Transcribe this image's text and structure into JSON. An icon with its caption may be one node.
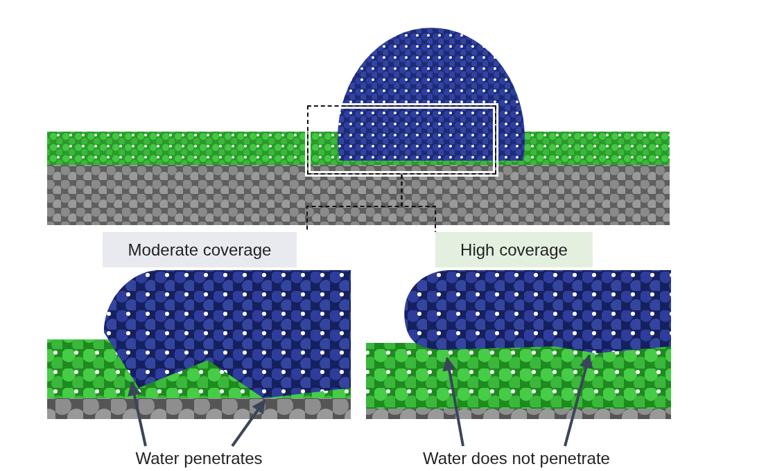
{
  "diagram": {
    "nodes": [
      {
        "text": [],
        "shape": "picture"
      },
      {
        "text": [],
        "shape": "box",
        "in": 0
      },
      {
        "text": [
          "Moderate coverage"
        ]
      },
      {
        "text": [
          "High coverage"
        ]
      },
      {
        "text": [
          "Water penetrates"
        ]
      },
      {
        "text": [
          "Water does not penetrate"
        ]
      }
    ],
    "edges": [
      {
        "from": 1,
        "to": 2,
        "arrow": "none",
        "style": "dashed"
      },
      {
        "from": 1,
        "to": 3,
        "arrow": "none",
        "style": "dashed"
      },
      {
        "from": 4,
        "to": 2,
        "arrow": "to"
      },
      {
        "from": 4,
        "to": 2,
        "arrow": "to"
      },
      {
        "from": 5,
        "to": 3,
        "arrow": "to"
      },
      {
        "from": 5,
        "to": 3,
        "arrow": "to"
      }
    ]
  }
}
